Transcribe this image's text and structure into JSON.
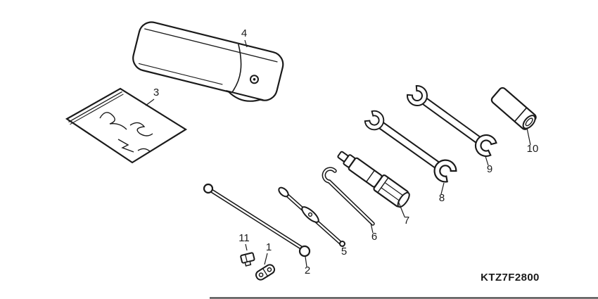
{
  "diagram": {
    "code": "KTZ7F2800",
    "colors": {
      "line": "#1a1a1a",
      "background": "#ffffff"
    },
    "labels": [
      {
        "ref": "1"
      },
      {
        "ref": "2"
      },
      {
        "ref": "3"
      },
      {
        "ref": "4"
      },
      {
        "ref": "5"
      },
      {
        "ref": "6"
      },
      {
        "ref": "7"
      },
      {
        "ref": "8"
      },
      {
        "ref": "9"
      },
      {
        "ref": "10"
      },
      {
        "ref": "11"
      }
    ]
  }
}
